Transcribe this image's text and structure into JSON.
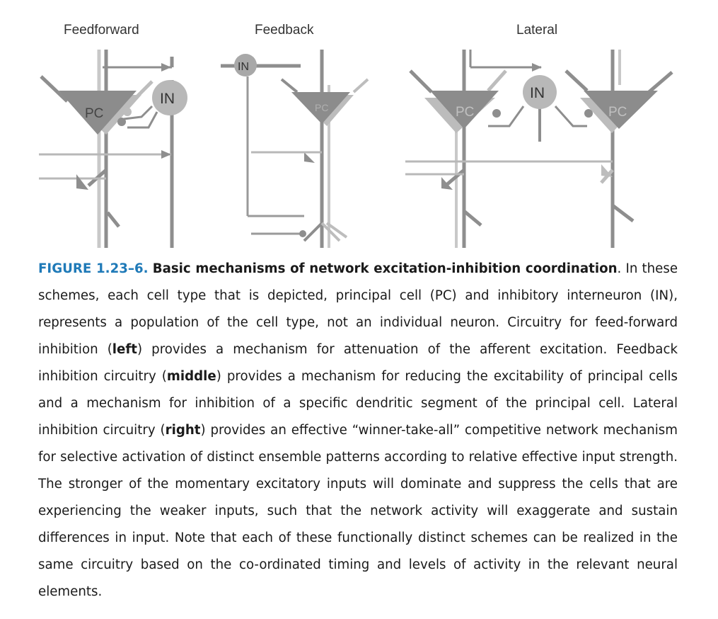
{
  "figure": {
    "panels": [
      {
        "title": "Feedforward",
        "labels": {
          "pc": "PC",
          "in": "IN"
        }
      },
      {
        "title": "Feedback",
        "labels": {
          "pc": "PC",
          "in": "IN"
        }
      },
      {
        "title": "Lateral",
        "labels": {
          "pc_left": "PC",
          "in": "IN",
          "pc_right": "PC"
        }
      }
    ],
    "colors": {
      "dark_gray": "#8a8a8a",
      "light_gray": "#bdbdbd",
      "line_gray": "#9a9a9a",
      "accent_blue": "#1f7ab8"
    }
  },
  "caption": {
    "figure_id": "FIGURE 1.23–6.",
    "title": "Basic mechanisms of network excitation-inhibition coordination",
    "seg1": ". In these schemes, each cell type that is depicted, principal cell (PC) and inhibitory interneuron (IN), represents a population of the cell type, not an individual neuron. Circuitry for feed-forward inhibition (",
    "bold1": "left",
    "seg2": ") provides a mechanism for attenuation of the afferent excitation. Feedback inhibition circuitry (",
    "bold2": "middle",
    "seg3": ") provides a mechanism for reducing the excitability of principal cells and a mechanism for inhibition of a specific dendritic segment of the principal cell. Lateral inhibition circuitry (",
    "bold3": "right",
    "seg4": ") provides an effective “winner-take-all” competitive network mechanism for selective activation of distinct ensemble patterns according to relative effective input strength. The stronger of the momentary excitatory inputs will dominate and suppress the cells that are experiencing the weaker inputs, such that the network activity will exaggerate and sustain differences in input. Note that each of these functionally distinct schemes can be realized in the same circuitry based on the co-ordinated timing and levels of activity in the relevant neural elements."
  }
}
